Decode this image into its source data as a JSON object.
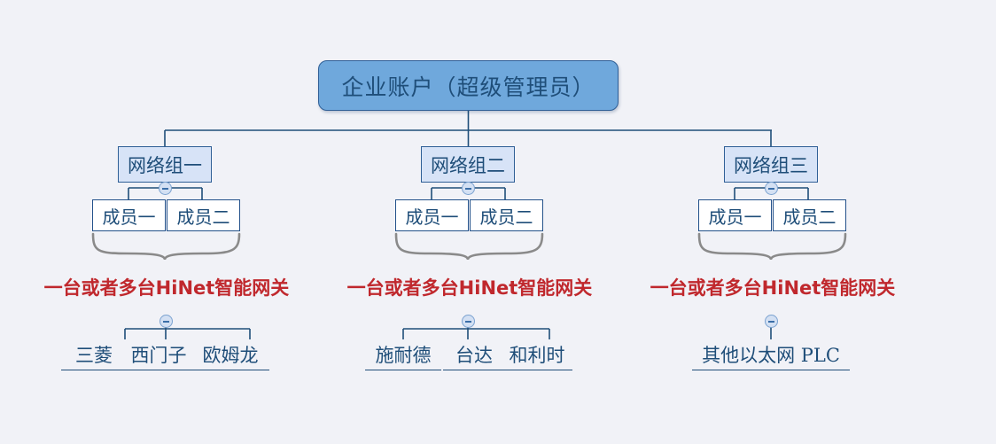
{
  "diagram": {
    "title": "企业账户（超级管理员）",
    "background_color": "#f1f2f7",
    "colors": {
      "root_fill": "#6fa8dc",
      "root_border": "#2f5f96",
      "group_fill": "#d7e3f7",
      "member_fill": "#ffffff",
      "node_text": "#1f4e79",
      "line": "#1f4e79",
      "gateway_text": "#c0282d",
      "brace": "#8a8a8a"
    },
    "root": {
      "label": "企业账户（超级管理员）"
    },
    "branches": [
      {
        "group_label": "网络组一",
        "members": [
          "成员一",
          "成员二"
        ],
        "gateway_text": "一台或者多台HiNet智能网关",
        "devices": [
          "三菱",
          "西门子",
          "欧姆龙"
        ]
      },
      {
        "group_label": "网络组二",
        "members": [
          "成员一",
          "成员二"
        ],
        "gateway_text": "一台或者多台HiNet智能网关",
        "devices": [
          "施耐德",
          "台达",
          "和利时"
        ]
      },
      {
        "group_label": "网络组三",
        "members": [
          "成员一",
          "成员二"
        ],
        "gateway_text": "一台或者多台HiNet智能网关",
        "devices": [
          "其他以太网 PLC"
        ]
      }
    ],
    "icons": {
      "collapse": "minus-circle-icon"
    }
  }
}
